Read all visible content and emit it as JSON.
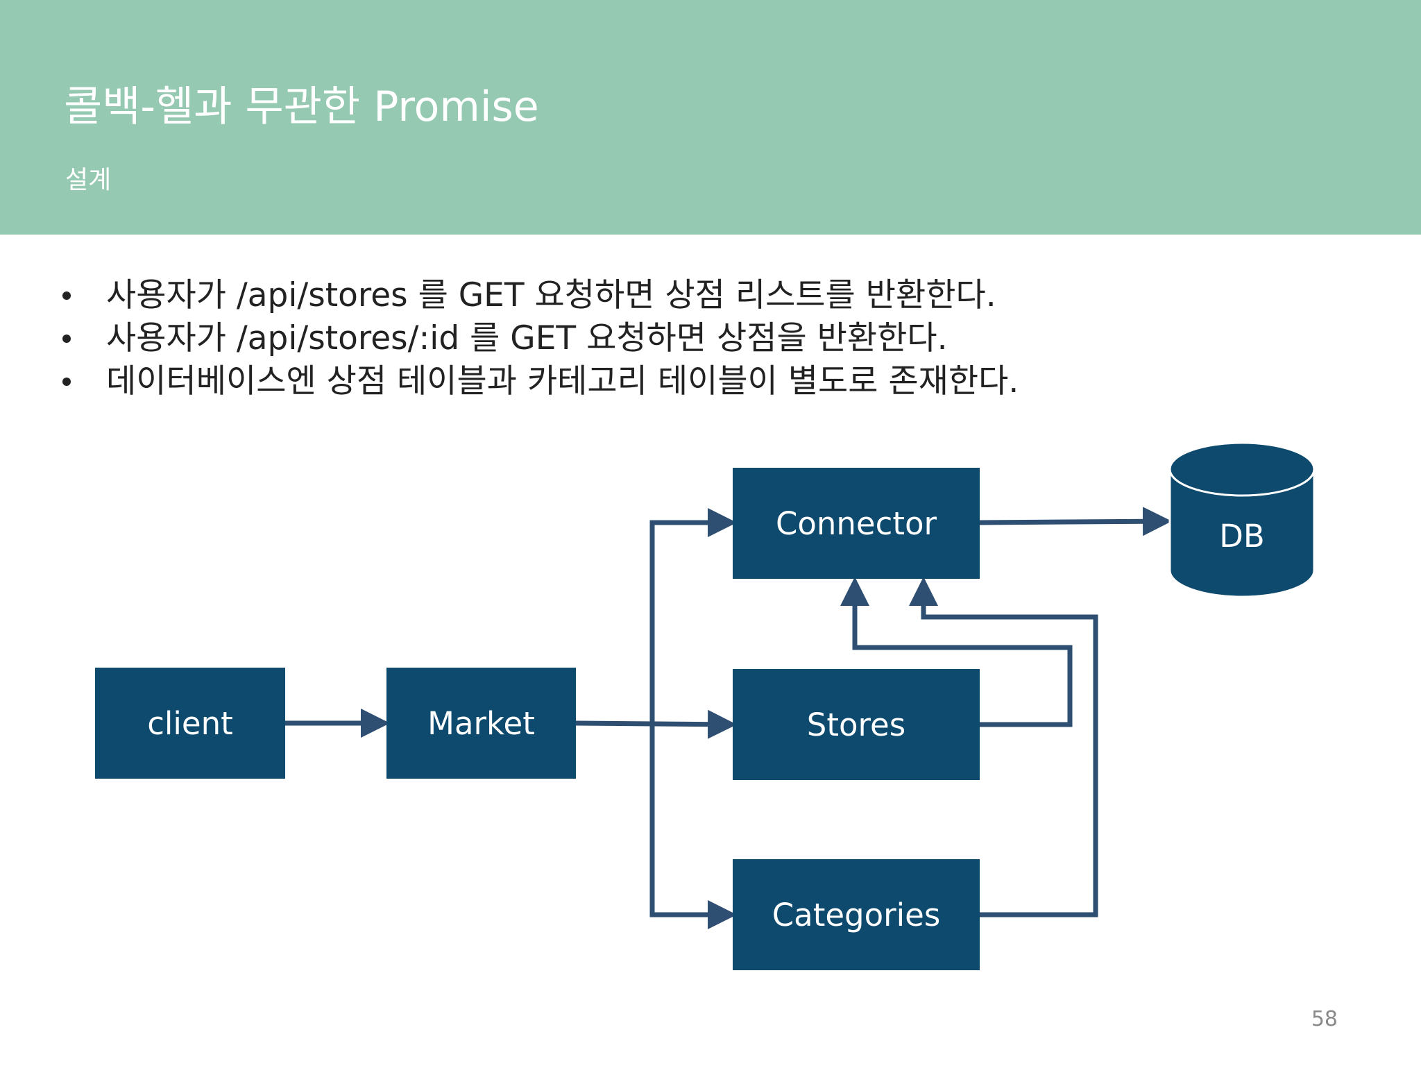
{
  "header": {
    "title": "콜백-헬과 무관한 Promise",
    "subtitle": "설계",
    "background_color": "#95c9b1"
  },
  "bullets": [
    "사용자가 /api/stores 를 GET 요청하면 상점 리스트를 반환한다.",
    "사용자가 /api/stores/:id 를 GET 요청하면 상점을 반환한다.",
    "데이터베이스엔 상점 테이블과 카테고리 테이블이 별도로 존재한다."
  ],
  "diagram": {
    "node_color": "#0e4a6d",
    "arrow_color": "#2e4f72",
    "nodes": {
      "client": "client",
      "market": "Market",
      "connector": "Connector",
      "stores": "Stores",
      "categories": "Categories",
      "db": "DB"
    },
    "edges": [
      {
        "from": "client",
        "to": "Market"
      },
      {
        "from": "Market",
        "to": "Connector"
      },
      {
        "from": "Market",
        "to": "Stores"
      },
      {
        "from": "Market",
        "to": "Categories"
      },
      {
        "from": "Stores",
        "to": "Connector"
      },
      {
        "from": "Categories",
        "to": "Connector"
      },
      {
        "from": "Connector",
        "to": "DB"
      }
    ]
  },
  "page_number": "58"
}
